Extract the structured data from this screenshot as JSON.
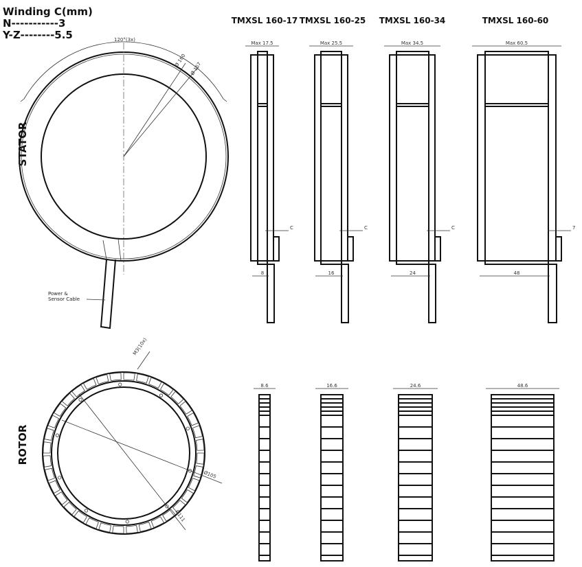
{
  "winding": {
    "header": "Winding  C(mm)",
    "rows": [
      "N-----------3",
      "Y-Z--------5.5"
    ]
  },
  "stator": {
    "label": "STATOR",
    "angle_dim": "120°(3x)",
    "dia_outer": "Ø 160",
    "dia_mid": "Ø 157",
    "cable_label_1": "Power &",
    "cable_label_2": "Sensor Cable"
  },
  "rotor": {
    "label": "ROTOR",
    "holes": "M3(10x)",
    "dia_inner": "Ø105",
    "dia_outer": "Ø111"
  },
  "models": [
    {
      "name": "TMXSL 160-17",
      "max": "Max 17.5",
      "body": "8",
      "c": "C",
      "rotor": "8.6"
    },
    {
      "name": "TMXSL 160-25",
      "max": "Max 25.5",
      "body": "16",
      "c": "C",
      "rotor": "16.6"
    },
    {
      "name": "TMXSL 160-34",
      "max": "Max 34.5",
      "body": "24",
      "c": "C",
      "rotor": "24.6"
    },
    {
      "name": "TMXSL 160-60",
      "max": "Max 60.5",
      "body": "48",
      "c": "7",
      "rotor": "48.6"
    }
  ]
}
